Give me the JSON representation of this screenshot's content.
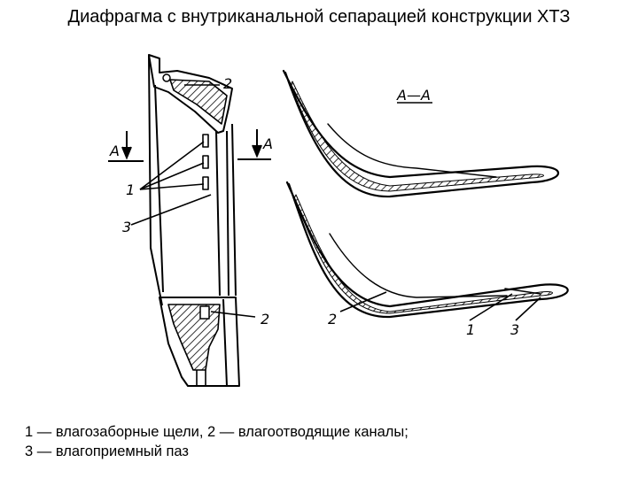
{
  "title": "Диафрагма с внутриканальной сепарацией конструкции ХТЗ",
  "section": {
    "label": "А—А",
    "arrow_left": "А",
    "arrow_right": "А"
  },
  "callouts": {
    "left_2_top": "2",
    "left_1": "1",
    "left_3": "3",
    "left_2_bottom": "2",
    "right_2": "2",
    "right_1": "1",
    "right_3": "3"
  },
  "caption": {
    "line1": "1 — влагозаборные щели, 2 — влагоотводящие каналы;",
    "line2": "3 — влагоприемный паз"
  }
}
